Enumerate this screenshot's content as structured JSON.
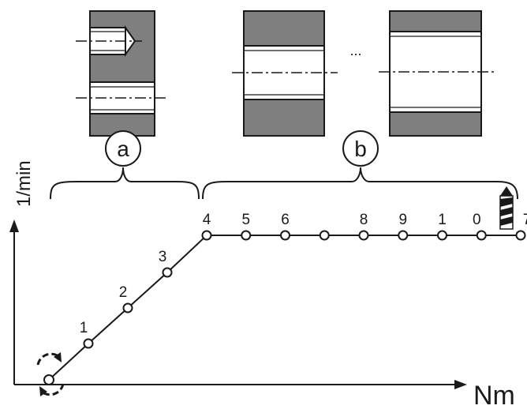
{
  "colors": {
    "ink": "#1a1a1a",
    "gray": "#7f7f7f",
    "white": "#ffffff"
  },
  "axes": {
    "y_label": "1/min",
    "x_label": "Nm"
  },
  "groups": [
    {
      "key": "a",
      "label": "a"
    },
    {
      "key": "b",
      "label": "b"
    }
  ],
  "ellipsis": "...",
  "points": [
    {
      "label": "",
      "x": 0,
      "y": 0
    },
    {
      "label": "1",
      "x": 1,
      "y": 1
    },
    {
      "label": "2",
      "x": 2,
      "y": 2
    },
    {
      "label": "3",
      "x": 3,
      "y": 3
    },
    {
      "label": "4",
      "x": 4,
      "y": 4
    },
    {
      "label": "5",
      "x": 5,
      "y": 4
    },
    {
      "label": "6",
      "x": 6,
      "y": 4
    },
    {
      "label": "",
      "x": 7,
      "y": 4
    },
    {
      "label": "8",
      "x": 8,
      "y": 4
    },
    {
      "label": "9",
      "x": 9,
      "y": 4
    },
    {
      "label": "1",
      "x": 10,
      "y": 4
    },
    {
      "label": "0",
      "x": 11,
      "y": 4
    },
    {
      "label": "7",
      "x": 12,
      "y": 4
    }
  ],
  "icons": {
    "origin": "rotation-icon",
    "end": "drill-bit-icon"
  }
}
